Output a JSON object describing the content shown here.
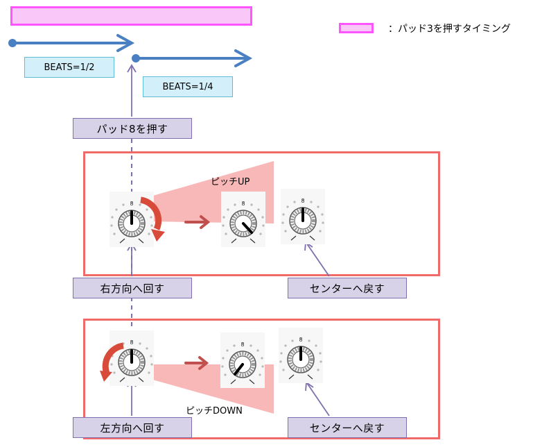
{
  "legend": {
    "text": "：パッド3を押すタイミング",
    "color": "#ff55ff"
  },
  "beats": [
    {
      "label": "BEATS=1/2"
    },
    {
      "label": "BEATS=1/4"
    }
  ],
  "steps": {
    "press_pad8": "パッド8を押す",
    "turn_right": "右方向へ回す",
    "turn_left": "左方向へ回す",
    "return_center_top": "センターへ戻す",
    "return_center_bottom": "センターへ戻す"
  },
  "pitch": {
    "up": "ピッチUP",
    "down": "ピッチDOWN"
  },
  "colors": {
    "timing_bar": "#ff55ff",
    "timing_fill": "#f9c8f8",
    "beat_arrow": "#4a7fc1",
    "panel_border": "#f06a6a",
    "pitch_wedge": "#f6a0a0",
    "rotate_arrow": "#d84a3a",
    "callout": "#7f6fae"
  }
}
